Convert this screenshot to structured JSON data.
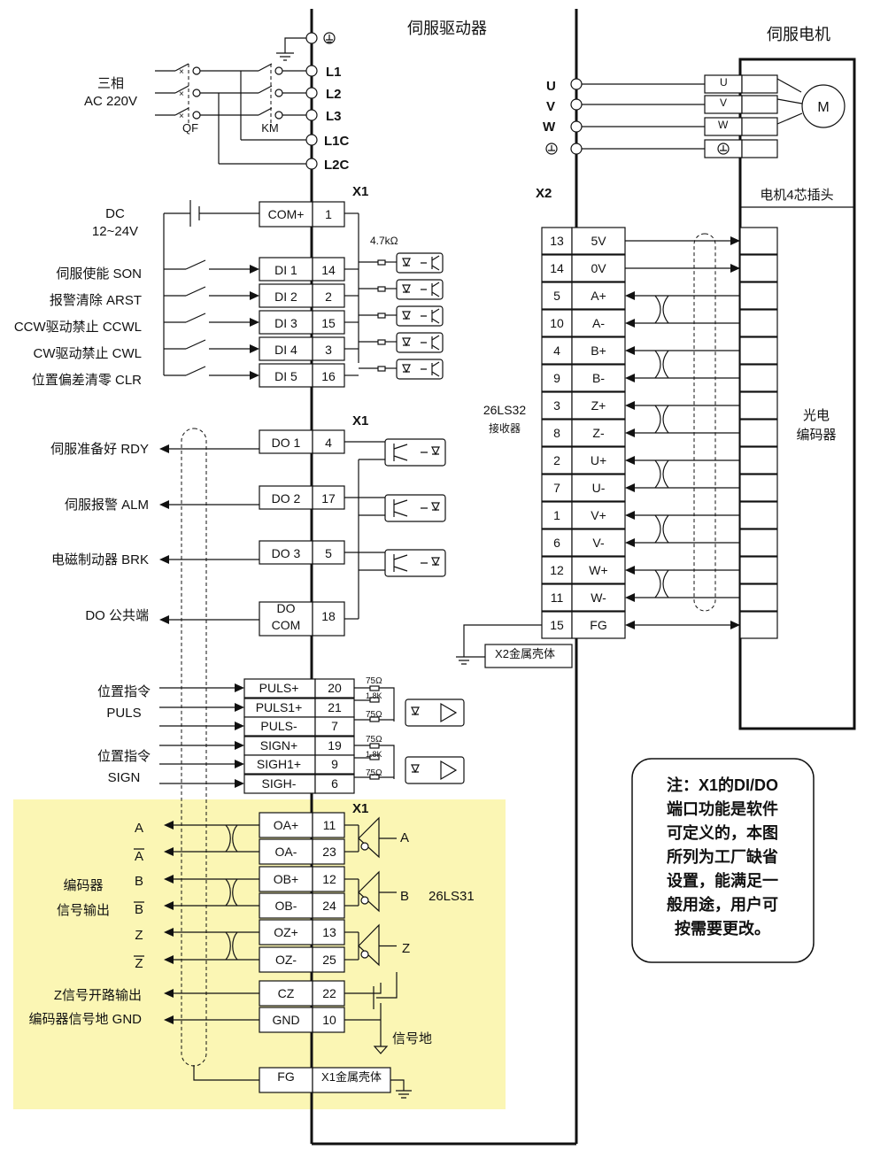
{
  "drive": {
    "title": "伺服驱动器"
  },
  "motor": {
    "title": "伺服电机",
    "plug": "电机4芯插头",
    "m": "M",
    "encoder": "光电\n编码器"
  },
  "power": {
    "three_phase": "三相",
    "voltage": "AC 220V",
    "qf": "QF",
    "km": "KM",
    "terminals": [
      "L1",
      "L2",
      "L3",
      "L1C",
      "L2C"
    ]
  },
  "motor_terms": {
    "drive": [
      "U",
      "V",
      "W"
    ],
    "plug": [
      "U",
      "V",
      "W"
    ]
  },
  "x1_label": "X1",
  "x2_label": "X2",
  "dc": {
    "line1": "DC",
    "line2": "12~24V"
  },
  "resistor_47k": "4.7kΩ",
  "com_plus": {
    "name": "COM+",
    "pin": "1"
  },
  "di": [
    {
      "label": "伺服使能  SON",
      "name": "DI 1",
      "pin": "14"
    },
    {
      "label": "报警清除  ARST",
      "name": "DI 2",
      "pin": "2"
    },
    {
      "label": "CCW驱动禁止  CCWL",
      "name": "DI 3",
      "pin": "15"
    },
    {
      "label": "CW驱动禁止  CWL",
      "name": "DI 4",
      "pin": "3"
    },
    {
      "label": "位置偏差清零  CLR",
      "name": "DI 5",
      "pin": "16"
    }
  ],
  "do": [
    {
      "label": "伺服准备好  RDY",
      "name": "DO 1",
      "pin": "4"
    },
    {
      "label": "伺服报警  ALM",
      "name": "DO 2",
      "pin": "17"
    },
    {
      "label": "电磁制动器  BRK",
      "name": "DO 3",
      "pin": "5"
    },
    {
      "label": "DO  公共端",
      "name1": "DO",
      "name2": "COM",
      "pin": "18"
    }
  ],
  "pulse": {
    "puls_label1": "位置指令",
    "puls_label2": "PULS",
    "sign_label1": "位置指令",
    "sign_label2": "SIGN",
    "rows": [
      {
        "name": "PULS+",
        "pin": "20"
      },
      {
        "name": "PULS1+",
        "pin": "21"
      },
      {
        "name": "PULS-",
        "pin": "7"
      },
      {
        "name": "SIGN+",
        "pin": "19"
      },
      {
        "name": "SIGH1+",
        "pin": "9"
      },
      {
        "name": "SIGH-",
        "pin": "6"
      }
    ],
    "r75": "75Ω",
    "r18k": "1.8K"
  },
  "enc_out": {
    "label1": "编码器",
    "label2": "信号输出",
    "letters": [
      "A",
      "A",
      "B",
      "B",
      "Z",
      "Z"
    ],
    "rows": [
      {
        "name": "OA+",
        "pin": "11"
      },
      {
        "name": "OA-",
        "pin": "23"
      },
      {
        "name": "OB+",
        "pin": "12"
      },
      {
        "name": "OB-",
        "pin": "24"
      },
      {
        "name": "OZ+",
        "pin": "13"
      },
      {
        "name": "OZ-",
        "pin": "25"
      }
    ],
    "drv_a": "A",
    "drv_b": "B",
    "drv_z": "Z",
    "chip": "26LS31",
    "cz_label": "Z信号开路输出",
    "cz": {
      "name": "CZ",
      "pin": "22"
    },
    "gnd_label": "编码器信号地 GND",
    "gnd": {
      "name": "GND",
      "pin": "10"
    },
    "signal_ground": "信号地",
    "fg": "FG",
    "x1_shell": "X1金属壳体"
  },
  "x2": {
    "receiver_chip": "26LS32",
    "receiver": "接收器",
    "rows": [
      {
        "pin": "13",
        "name": "5V"
      },
      {
        "pin": "14",
        "name": "0V"
      },
      {
        "pin": "5",
        "name": "A+"
      },
      {
        "pin": "10",
        "name": "A-"
      },
      {
        "pin": "4",
        "name": "B+"
      },
      {
        "pin": "9",
        "name": "B-"
      },
      {
        "pin": "3",
        "name": "Z+"
      },
      {
        "pin": "8",
        "name": "Z-"
      },
      {
        "pin": "2",
        "name": "U+"
      },
      {
        "pin": "7",
        "name": "U-"
      },
      {
        "pin": "1",
        "name": "V+"
      },
      {
        "pin": "6",
        "name": "V-"
      },
      {
        "pin": "12",
        "name": "W+"
      },
      {
        "pin": "11",
        "name": "W-"
      },
      {
        "pin": "15",
        "name": "FG"
      }
    ],
    "shell": "X2金属壳体"
  },
  "note": {
    "lines": [
      "注：X1的DI/DO",
      "端口功能是软件",
      "可定义的，本图",
      "所列为工厂缺省",
      "设置，能满足一",
      "般用途，用户可",
      "按需要更改。"
    ]
  },
  "colors": {
    "highlight": "#fbf6b4",
    "line": "#111111"
  }
}
